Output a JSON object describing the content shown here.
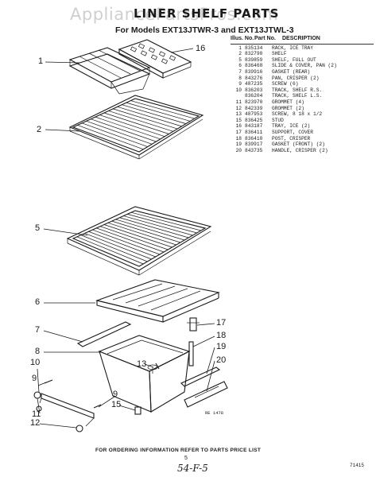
{
  "watermark": "AppliancePartsPros.com",
  "title": "LINER SHELF PARTS",
  "subtitle": "For Models EXT13JTWR-3 and EXT13JTWL-3",
  "table": {
    "header": [
      "Illus. No.",
      "Part No.",
      "DESCRIPTION"
    ],
    "rows": [
      [
        "1",
        "835134",
        "RACK, ICE TRAY"
      ],
      [
        "2",
        "832790",
        "SHELF"
      ],
      [
        "5",
        "839859",
        "SHELF, FULL OUT"
      ],
      [
        "6",
        "836468",
        "SLIDE & COVER, PAN (2)"
      ],
      [
        "7",
        "839916",
        "GASKET (REAR)"
      ],
      [
        "8",
        "843276",
        "PAN, CRISPER (2)"
      ],
      [
        "9",
        "487235",
        "SCREW (6)"
      ],
      [
        "10",
        "836203",
        "TRACK, SHELF R.S."
      ],
      [
        "",
        "836204",
        "TRACK, SHELF L.S."
      ],
      [
        "11",
        "823970",
        "GROMMET (4)"
      ],
      [
        "12",
        "842339",
        "GROMMET (2)"
      ],
      [
        "13",
        "487953",
        "SCREW, 8 18 x 1/2"
      ],
      [
        "15",
        "836425",
        "STUD"
      ],
      [
        "16",
        "843187",
        "TRAY, ICE (2)"
      ],
      [
        "17",
        "836411",
        "SUPPORT, COVER"
      ],
      [
        "18",
        "836410",
        "POST, CRISPER"
      ],
      [
        "19",
        "839917",
        "GASKET (FRONT) (2)"
      ],
      [
        "20",
        "843735",
        "HANDLE, CRISPER (2)"
      ]
    ]
  },
  "callouts": [
    "1",
    "16",
    "2",
    "5",
    "6",
    "7",
    "8",
    "10",
    "9",
    "11",
    "12",
    "13",
    "9",
    "15",
    "17",
    "18",
    "19",
    "20"
  ],
  "figure_ref": "RE 1478",
  "footer": "FOR ORDERING INFORMATION REFER TO PARTS PRICE LIST",
  "page_number": "5",
  "handwritten": "54-F-5",
  "doc_code": "71415"
}
